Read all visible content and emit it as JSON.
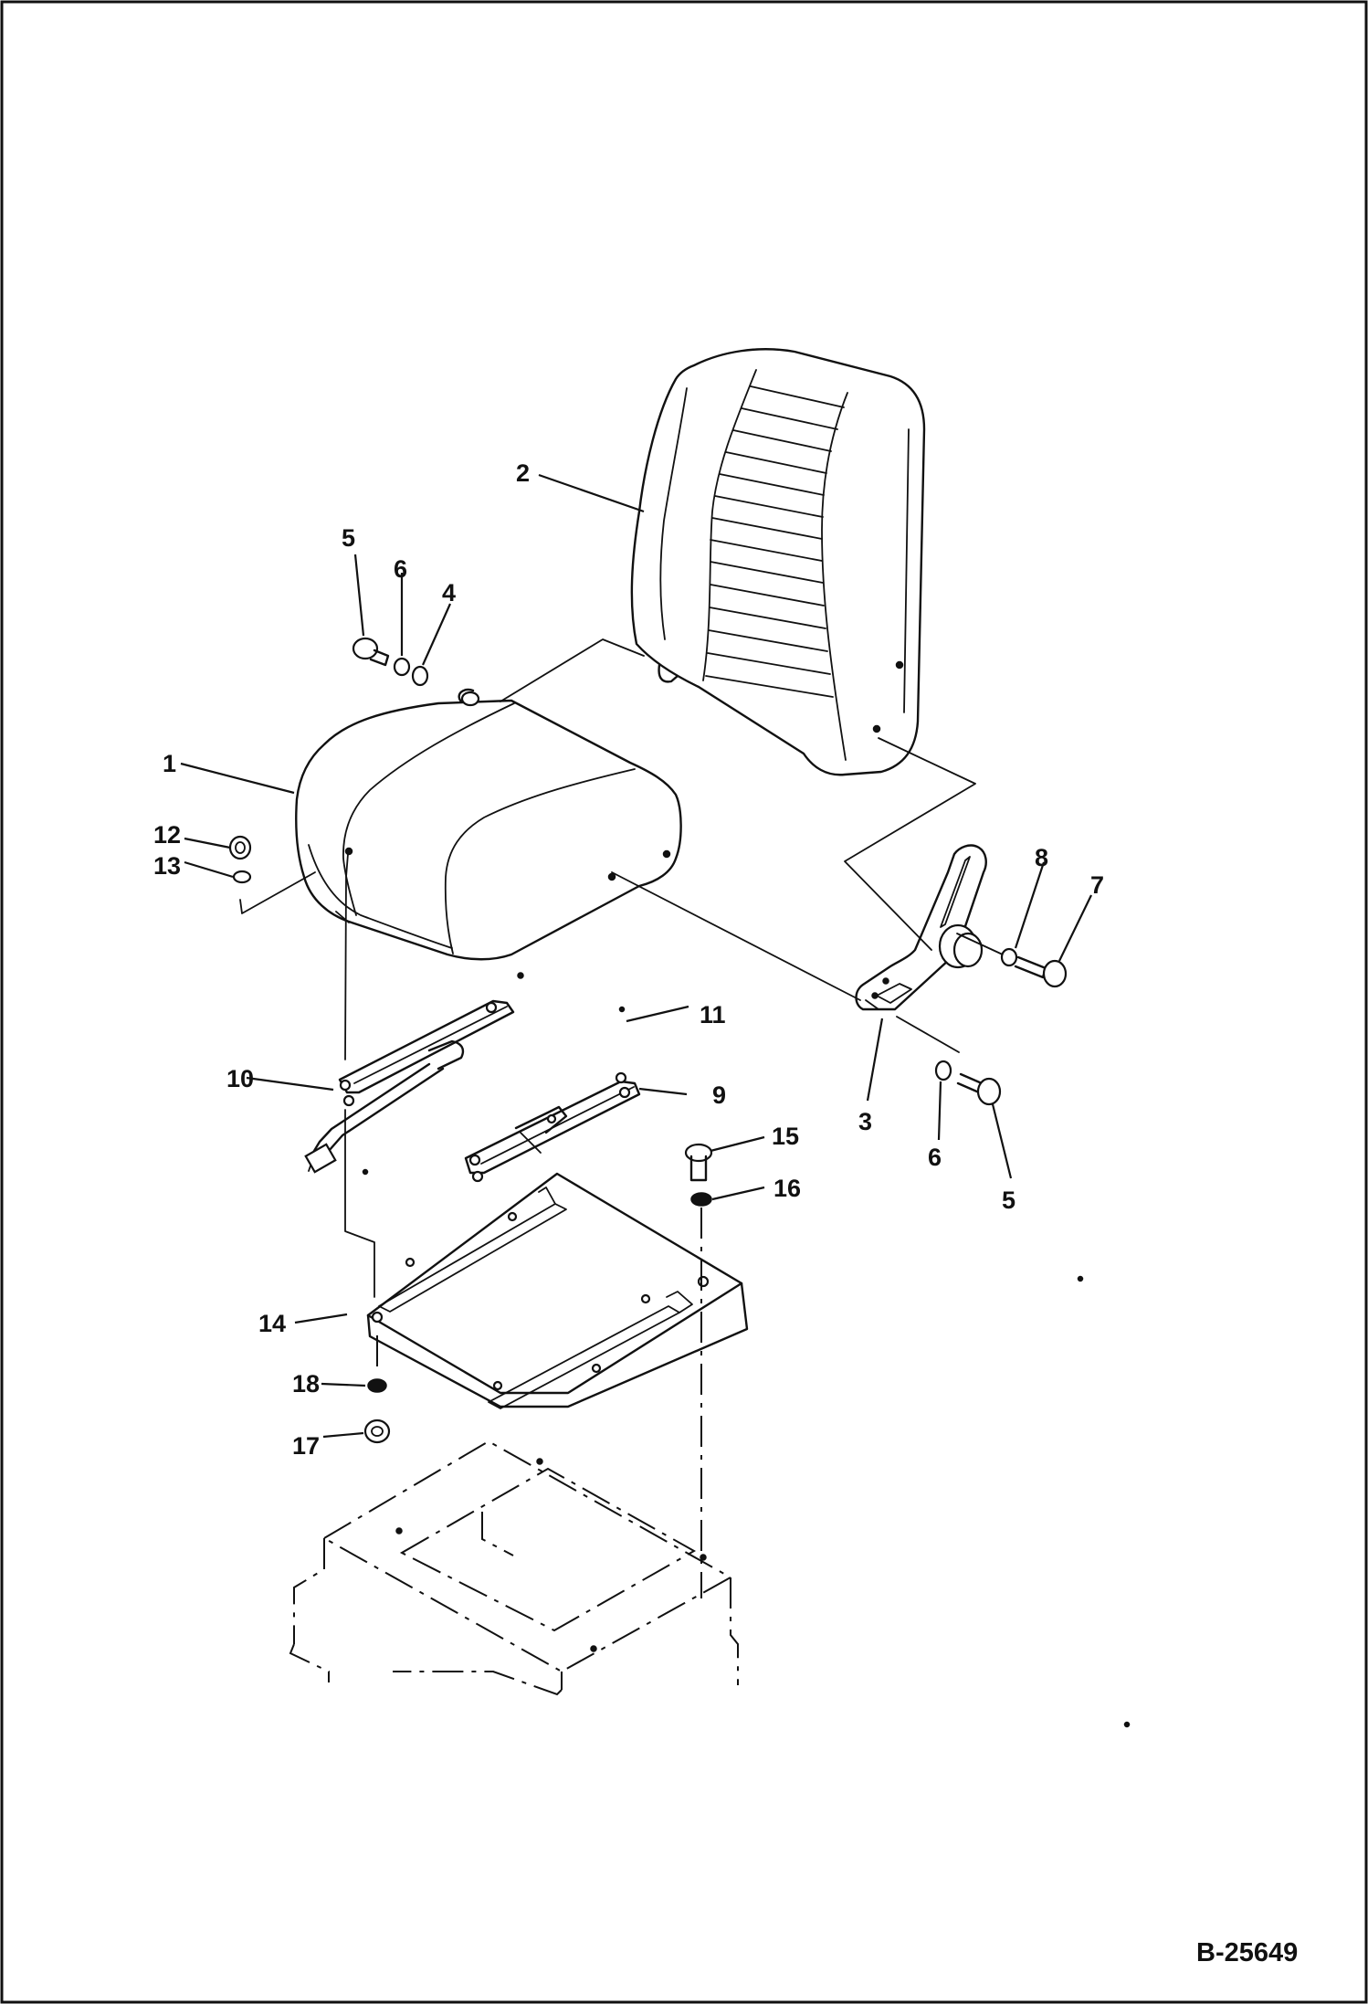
{
  "drawing_code": "B-25649",
  "callouts": [
    {
      "id": "c1",
      "number": "1"
    },
    {
      "id": "c2",
      "number": "2"
    },
    {
      "id": "c3",
      "number": "3"
    },
    {
      "id": "c4",
      "number": "4"
    },
    {
      "id": "c5a",
      "number": "5"
    },
    {
      "id": "c5b",
      "number": "5"
    },
    {
      "id": "c6a",
      "number": "6"
    },
    {
      "id": "c6b",
      "number": "6"
    },
    {
      "id": "c7",
      "number": "7"
    },
    {
      "id": "c8",
      "number": "8"
    },
    {
      "id": "c9",
      "number": "9"
    },
    {
      "id": "c10",
      "number": "10"
    },
    {
      "id": "c11",
      "number": "11"
    },
    {
      "id": "c12",
      "number": "12"
    },
    {
      "id": "c13",
      "number": "13"
    },
    {
      "id": "c14",
      "number": "14"
    },
    {
      "id": "c15",
      "number": "15"
    },
    {
      "id": "c16",
      "number": "16"
    },
    {
      "id": "c17",
      "number": "17"
    },
    {
      "id": "c18",
      "number": "18"
    }
  ]
}
